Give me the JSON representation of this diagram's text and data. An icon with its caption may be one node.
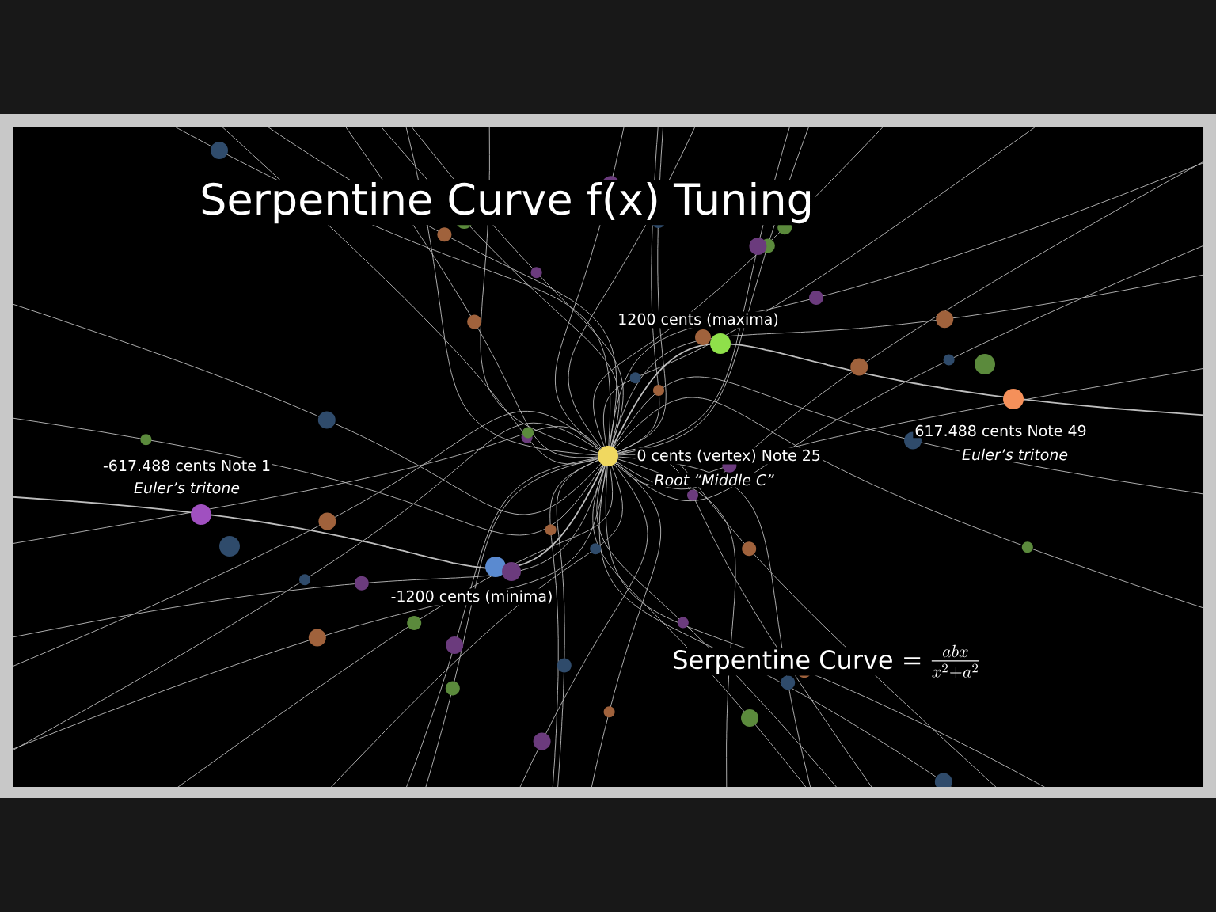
{
  "diagram": {
    "title": "Serpentine Curve f(x) Tuning",
    "labels": [
      "1200 cents (maxima)",
      "0 cents (vertex) Note 25",
      "Root “Middle C”",
      "617.488 cents Note 49",
      "Euler’s tritone",
      "-617.488 cents Note 1",
      "Euler’s tritone",
      "-1200 cents (minima)",
      "Serpentine Curve =",
      "\\frac{abx}{x^{2} + a^{2}}"
    ]
  }
}
